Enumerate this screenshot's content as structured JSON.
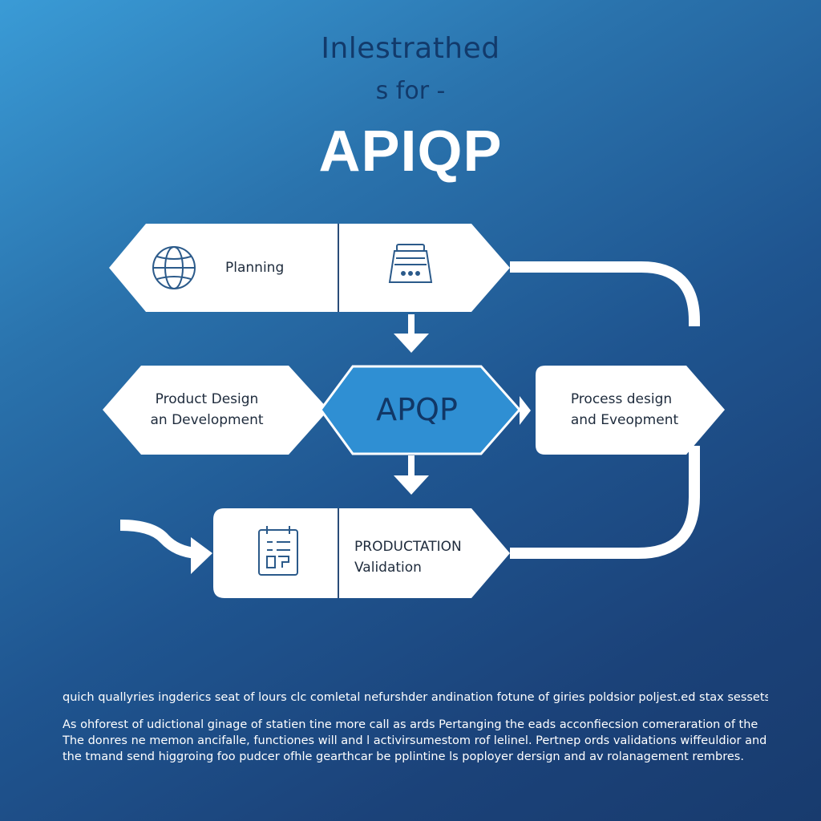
{
  "header": {
    "line1": "Inlestrathed",
    "line2": "s for -",
    "line3": "APIQP"
  },
  "diagram": {
    "planning": {
      "label": "Planning",
      "icon": "globe-icon",
      "secondary_icon": "server-icon"
    },
    "product_design": {
      "label_line1": "Product Design",
      "label_line2": "an Development"
    },
    "center": {
      "label": "APQP",
      "fill_color": "#2f8fd3"
    },
    "process_design": {
      "label_line1": "Process design",
      "label_line2": "and Eveopment"
    },
    "production": {
      "label_line1": "PRODUCTATION",
      "label_line2": "Validation",
      "icon": "document-icon"
    }
  },
  "footer": {
    "line1": "quich quallyries ingderics seat of lours clc comletal nefurshder andination fotune of giries poldsior poljest.ed stax sessets.",
    "line2": "As ohforest of udictional ginage of statien tine more call as ards Pertanging the eads acconfiecsion comeraration of the",
    "line3": "The donres ne memon ancifalle, functiones will and l activirsumestom rof lelinel. Pertnep ords validations wiffeuldior and",
    "line4": "the tmand send higgroing foo pudcer ofhle gearthcar be pplintine ls poployer dersign and av rolanagement rembres."
  },
  "colors": {
    "box_fill": "#ffffff",
    "center_fill": "#2f8fd3",
    "text_dark": "#123a6b",
    "connector": "#ffffff"
  }
}
